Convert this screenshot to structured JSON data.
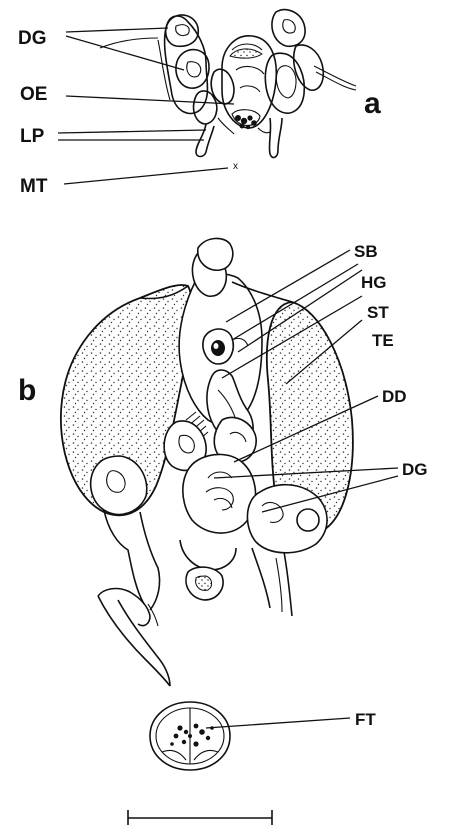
{
  "figure": {
    "panel_a": {
      "letter": "a",
      "labels": {
        "dg": "DG",
        "oe": "OE",
        "lp": "LP",
        "mt": "MT"
      }
    },
    "panel_b": {
      "letter": "b",
      "labels": {
        "sb": "SB",
        "hg": "HG",
        "st": "ST",
        "te": "TE",
        "dd": "DD",
        "dg": "DG",
        "ft": "FT"
      }
    },
    "mt_marker": "x"
  }
}
